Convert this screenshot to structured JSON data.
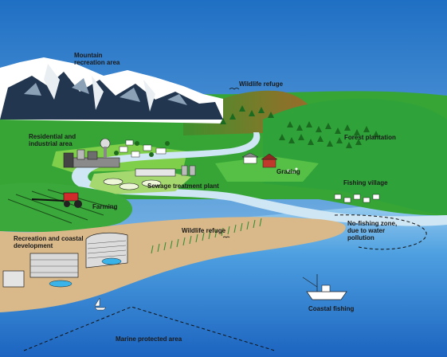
{
  "labels": {
    "mountain": [
      "Mountain",
      "recreation area"
    ],
    "wildlife_top": "Wildlife refuge",
    "residential": [
      "Residential and",
      "industrial area"
    ],
    "forest": "Forest plantation",
    "grazing": "Grazing",
    "sewage": "Sewage treatment plant",
    "fishing_village": "Fishing village",
    "farming": "Farming",
    "no_fishing": [
      "No-fishing zone,",
      "due to water",
      "pollution"
    ],
    "recreation": [
      "Recreation and coastal",
      "development"
    ],
    "wildlife_bottom": "Wildlife refuge",
    "coastal_fishing": "Coastal fishing",
    "marine": "Marine protected area"
  },
  "colors": {
    "sea": "#3a8ed6",
    "grass": "#3aa83a",
    "hill": "#5a8a2a",
    "beach": "#d9b989",
    "river": "#cfe6f4",
    "mountain": "#2a3f5c"
  }
}
